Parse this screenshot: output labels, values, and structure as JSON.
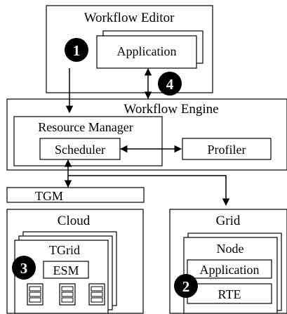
{
  "diagram": {
    "workflow_editor": {
      "title": "Workflow Editor",
      "application": "Application",
      "badge": "1"
    },
    "link_badge": "4",
    "workflow_engine": {
      "title": "Workflow Engine",
      "resource_manager": "Resource Manager",
      "scheduler": "Scheduler",
      "profiler": "Profiler"
    },
    "tgm": "TGM",
    "cloud": {
      "title": "Cloud",
      "tgrid": "TGrid",
      "esm": "ESM",
      "badge": "3"
    },
    "grid": {
      "title": "Grid",
      "node": "Node",
      "application": "Application",
      "rte": "RTE",
      "badge": "2"
    }
  }
}
